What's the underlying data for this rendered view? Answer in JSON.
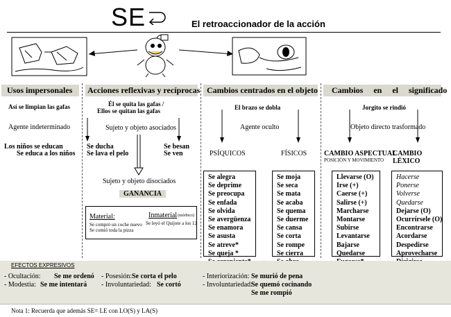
{
  "logo": {
    "text": "SE"
  },
  "title": "El retroaccionador de la acción",
  "columns": {
    "impersonales": {
      "header": "Usos impersonales",
      "example": "Así se limpian las gafas",
      "agent": "Agente indeterminado",
      "ex1": "Los niños se educan",
      "ex2": "Se educa a los niños"
    },
    "reflexivas": {
      "header": "Acciones reflexivas y recíprocas",
      "example1": "Él se quita las gafas /",
      "example2": "Ellos se quitan las gafas",
      "assoc": "Sujeto y objeto asociados",
      "left1": "Se ducha",
      "left2": "Se lava el pelo",
      "right1": "Se besan",
      "right2": "Se ven",
      "dissoc": "Sujeto y objeto disociados",
      "ganancia": "GANANCIA",
      "material_label": "Material:",
      "material_ex1": "Se compró un coche nuevo",
      "material_ex2": "Se comió toda la pizza",
      "inmaterial_label": "Inmaterial",
      "inmaterial_note": "(mórbico)",
      "inmaterial_ex": "Se leyó el Quijote a los 12"
    },
    "objeto": {
      "header": "Cambios centrados en el objeto",
      "example": "El brazo se dobla",
      "agent": "Agente oculto",
      "psiquicos": "PSÍQUICOS",
      "fisicos": "FÍSICOS",
      "psiquicos_list": [
        "Se alegra",
        "Se deprime",
        "Se preocupa",
        "Se enfada",
        "Se olvida",
        "Se avergüenza",
        "Se enamora",
        "Se asusta",
        "Se atreve*",
        "Se queja *",
        "Se arrepiente*"
      ],
      "fisicos_list": [
        "Se moja",
        "Se seca",
        "Se mata",
        "Se acaba",
        "Se quema",
        "Se duerme",
        "Se cansa",
        "Se corta",
        "Se rompe",
        "Se cierra",
        "Se abre"
      ]
    },
    "significado": {
      "header": "Cambios en el significado",
      "example": "Jorgito se rindió",
      "object": "Objeto directo trasformado",
      "aspectual": "CAMBIO ASPECTUAL",
      "aspectual_sub": "POSICIÓN Y MOVIMIENTO",
      "lexico": "CAMBIO LÉXICO",
      "aspectual_list": [
        "Llevarse (O)",
        "Irse (+)",
        "Caerse (+)",
        "Salirse (+)",
        "Marcharse",
        "Montarse",
        "Subirse",
        "Levantarse",
        "Bajarse",
        "Quedarse",
        "Fugarse*"
      ],
      "lexico_list_italic": [
        "Hacerse",
        "Ponerse",
        "Volverse",
        "Quedarse"
      ],
      "lexico_list": [
        "Dejarse (O)",
        "Ocurrírsele (O)",
        "Encontrarse",
        "Acordarse",
        "Despedirse",
        "Aprovecharse",
        "Dirigirse"
      ]
    }
  },
  "expresivos": {
    "title": "EFECTOS EXPRESIVOS",
    "ocultacion_label": "- Ocultación:",
    "ocultacion_ex": "Se me ordenó",
    "modestia_label": "- Modestia:",
    "modestia_ex": "Se me intentará",
    "posesion_label": "- Posesión:",
    "posesion_ex": "Se corta el pelo",
    "involuntariedad_label": "- Involuntariedad:",
    "involuntariedad_ex": "Se cortó",
    "interiorizacion_label": "- Interiorización:",
    "interiorizacion_ex": "Se murió de pena",
    "involuntariedad2_label": "- Involuntariedad:",
    "involuntariedad2_ex1": "Se quemó cocinando",
    "involuntariedad2_ex2": "Se me rompió"
  },
  "note": "Nota 1: Recuerda que además SE= LE con LO(S) y LA(S)",
  "colors": {
    "header_bg": "#d9d9cf",
    "footer_bg": "#e6e6dc"
  }
}
